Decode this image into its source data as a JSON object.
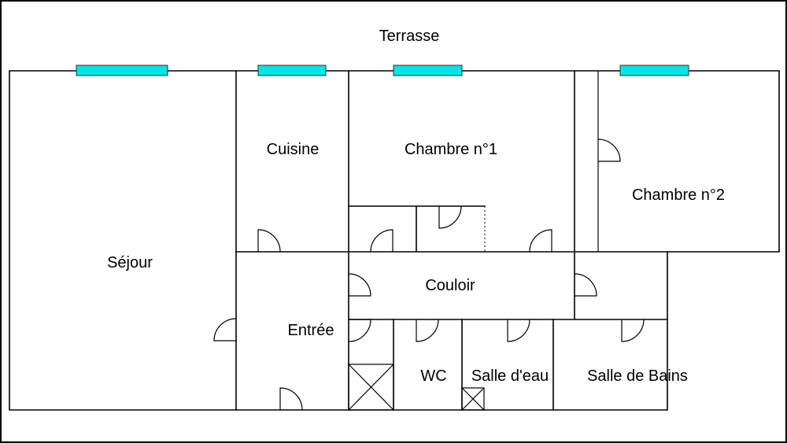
{
  "colors": {
    "window": "#00e5e5",
    "wall": "#000000",
    "background": "#ffffff"
  },
  "labels": {
    "terrasse": "Terrasse",
    "sejour": "Séjour",
    "cuisine": "Cuisine",
    "chambre1": "Chambre n°1",
    "chambre2": "Chambre n°2",
    "couloir": "Couloir",
    "entree": "Entrée",
    "wc": "WC",
    "salle_eau": "Salle d'eau",
    "salle_bains": "Salle de Bains"
  }
}
